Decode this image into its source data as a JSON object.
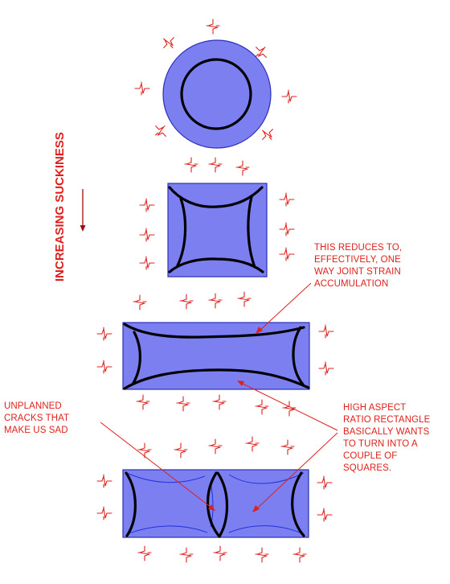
{
  "colors": {
    "slab_fill": "#7b7ff0",
    "crack": "#000000",
    "annotation": "#e0201c"
  },
  "icons": {
    "joint_symbol": "strain-joint-icon",
    "arrow": "down-arrow-icon"
  },
  "side_label": "INCREASING SUCKINESS",
  "annotations": [
    {
      "id": "reduces",
      "lines": [
        "THIS REDUCES TO,",
        "EFFECTIVELY, ONE",
        "WAY JOINT STRAIN",
        "ACCUMULATION"
      ]
    },
    {
      "id": "unplanned",
      "lines": [
        "UNPLANNED",
        "CRACKS THAT",
        "MAKE US SAD"
      ]
    },
    {
      "id": "aspect",
      "lines": [
        "HIGH ASPECT",
        "RATIO RECTANGLE",
        "BASICALLY WANTS",
        "TO TURN INTO A",
        "COUPLE OF",
        "SQUARES."
      ]
    }
  ]
}
